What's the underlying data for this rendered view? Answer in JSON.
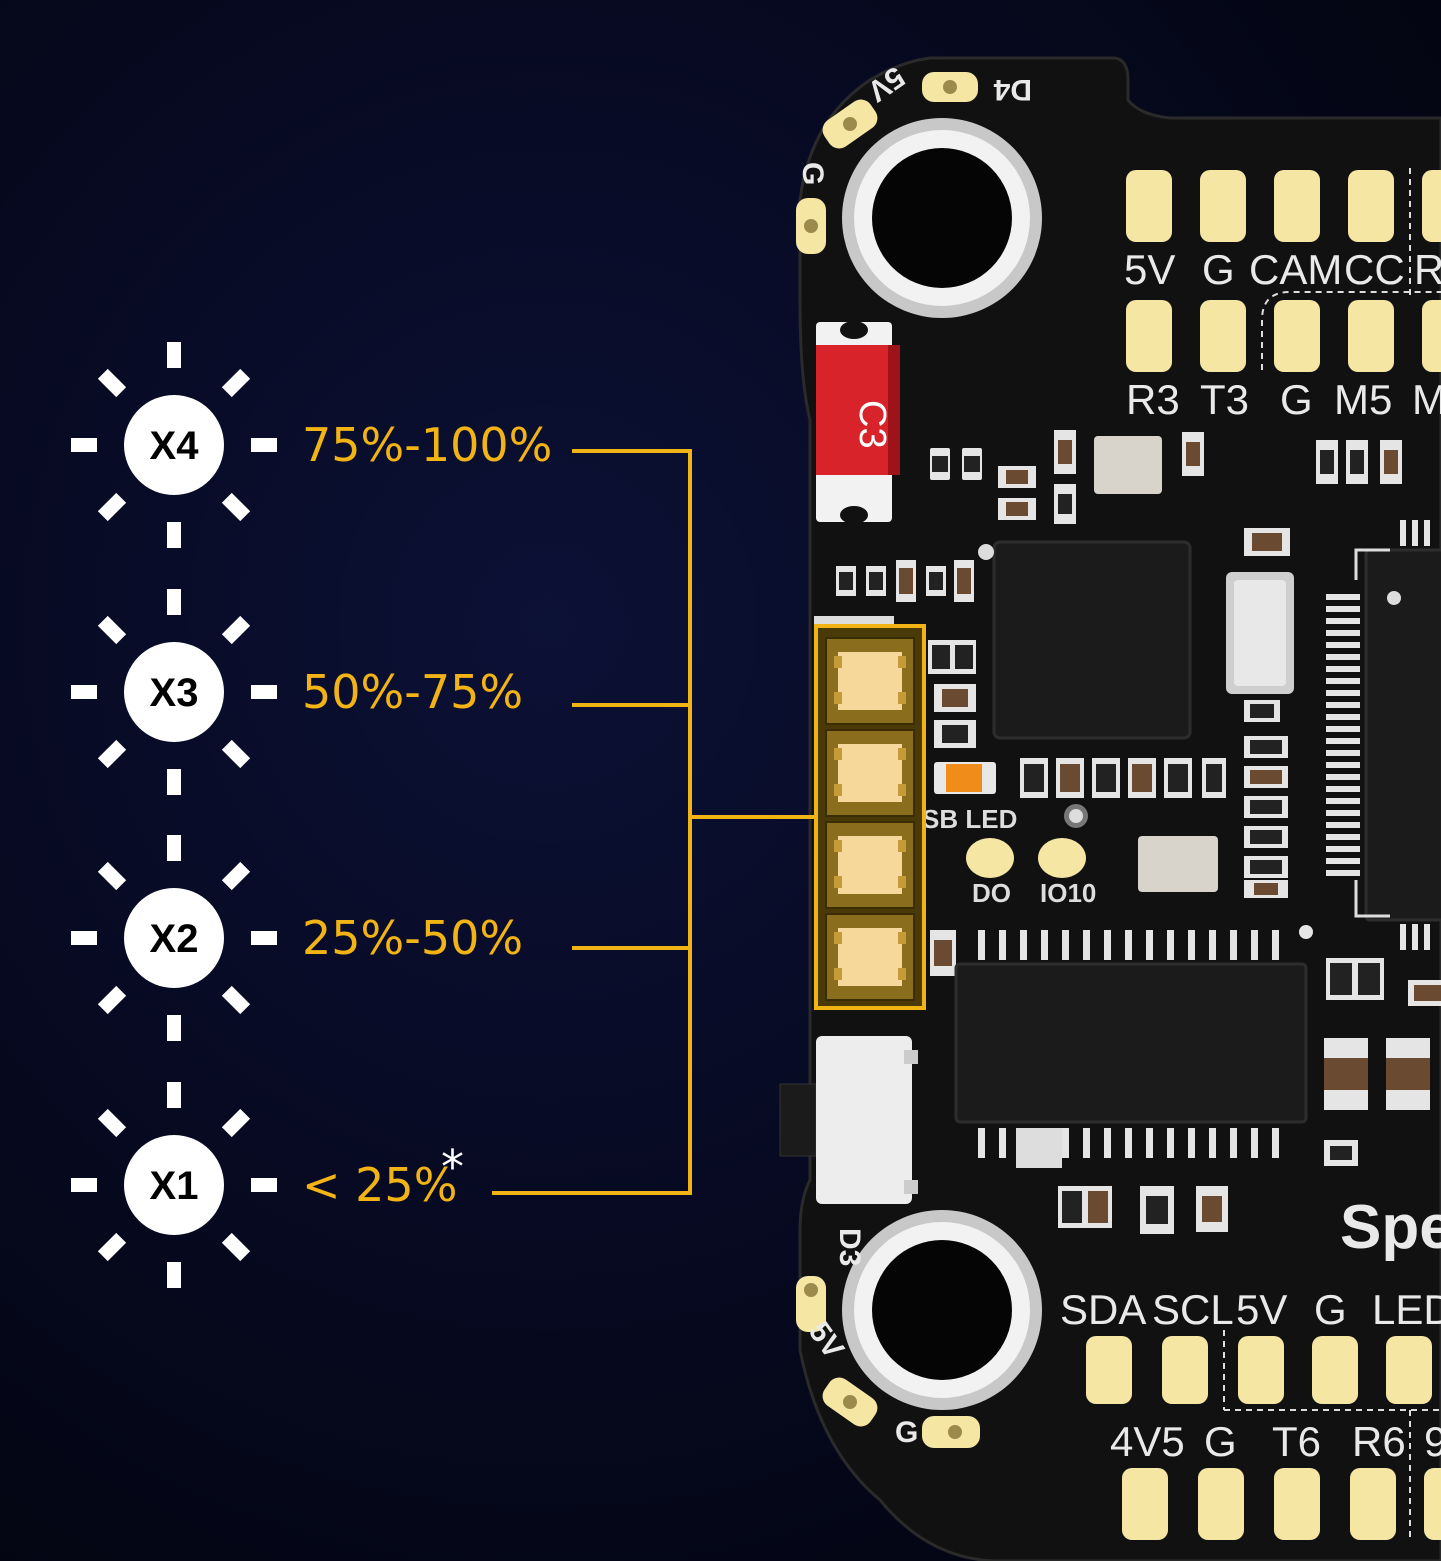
{
  "levels": [
    {
      "label": "X4",
      "range": "75%-100%",
      "note": ""
    },
    {
      "label": "X3",
      "range": "50%-75%",
      "note": ""
    },
    {
      "label": "X2",
      "range": "25%-50%",
      "note": ""
    },
    {
      "label": "X1",
      "range": "< 25%",
      "note": "*"
    }
  ],
  "board": {
    "top_pads_row1": [
      "5V",
      "G",
      "CAM",
      "CC",
      "R"
    ],
    "top_pads_row2": [
      "R3",
      "T3",
      "G",
      "M5",
      "M"
    ],
    "bottom_pads_row1": [
      "SDA",
      "SCL",
      "5V",
      "G",
      "LED"
    ],
    "bottom_pads_row2": [
      "4V5",
      "G",
      "T6",
      "R6",
      "9"
    ],
    "corner_top": {
      "five_v": "5V",
      "d4": "D4",
      "g": "G"
    },
    "corner_bottom": {
      "d3": "D3",
      "five_v": "5V",
      "g": "G"
    },
    "cap_label": "C3",
    "usb_led": "SB LED",
    "pad_do": "DO",
    "pad_io10": "IO10",
    "brand": "Spe"
  },
  "colors": {
    "accent": "#f2b315",
    "silkscreen": "#e9e9e9",
    "pad_gold": "#f6e6a4",
    "board": "#111111"
  }
}
